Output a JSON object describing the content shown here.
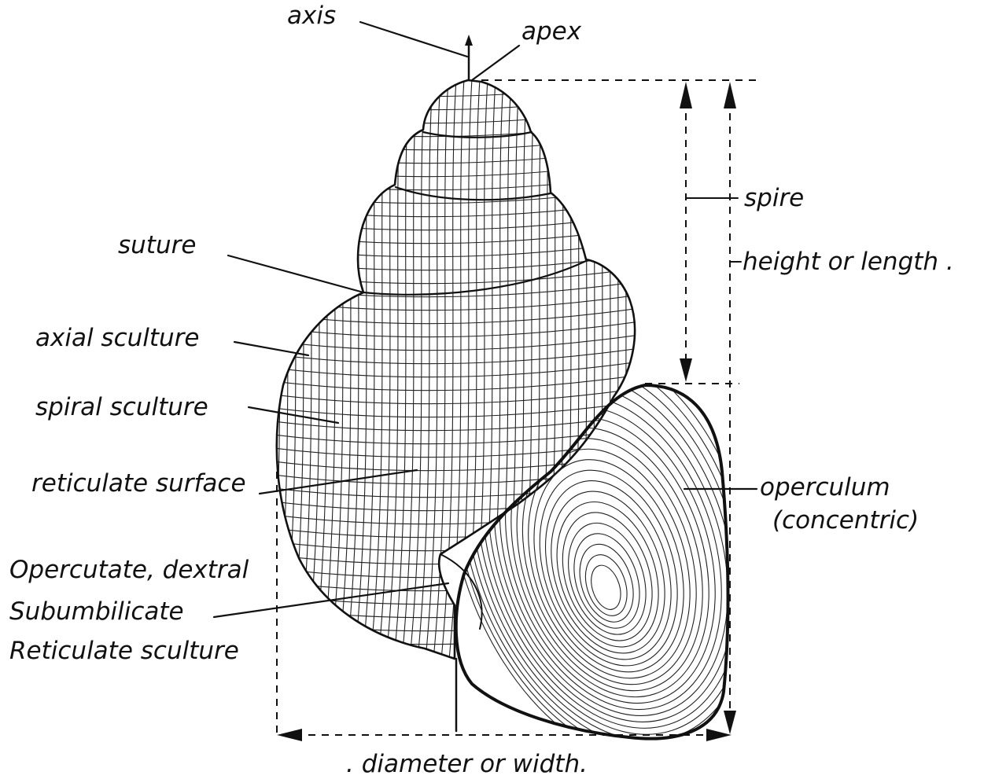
{
  "labels": {
    "axis": "axis",
    "apex": "apex",
    "spire": "spire",
    "height_or_length": "height or length .",
    "suture": "suture",
    "axial_sculture": "axial sculture",
    "spiral_sculture": "spiral sculture",
    "reticulate_surface": "reticulate surface",
    "operculum": "operculum",
    "concentric": "(concentric)",
    "description_line_1": "Opercutate, dextral",
    "description_line_2": "Subumbilicate",
    "description_line_3": "Reticulate sculture",
    "diameter_or_width": ". diameter or width."
  },
  "colors": {
    "ink": "#111111",
    "background": "#ffffff"
  }
}
